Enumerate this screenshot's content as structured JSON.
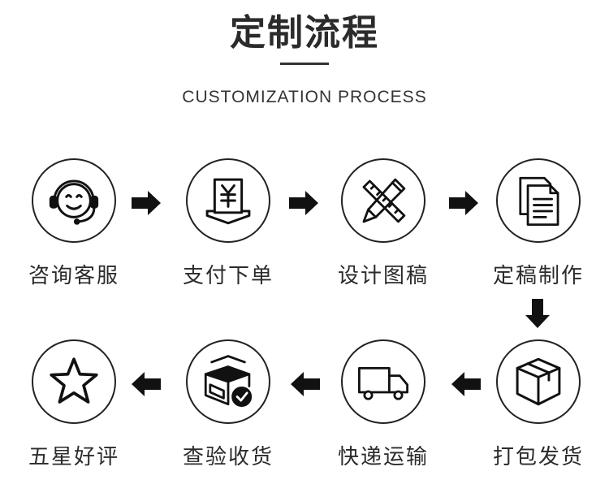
{
  "header": {
    "title": "定制流程",
    "subtitle": "CUSTOMIZATION PROCESS"
  },
  "steps": [
    {
      "label": "咨询客服",
      "icon": "customer-service-icon"
    },
    {
      "label": "支付下单",
      "icon": "yuan-payment-icon"
    },
    {
      "label": "设计图稿",
      "icon": "ruler-pencil-icon"
    },
    {
      "label": "定稿制作",
      "icon": "documents-icon"
    },
    {
      "label": "打包发货",
      "icon": "package-box-icon"
    },
    {
      "label": "快递运输",
      "icon": "delivery-truck-icon"
    },
    {
      "label": "查验收货",
      "icon": "box-check-icon"
    },
    {
      "label": "五星好评",
      "icon": "star-icon"
    }
  ]
}
